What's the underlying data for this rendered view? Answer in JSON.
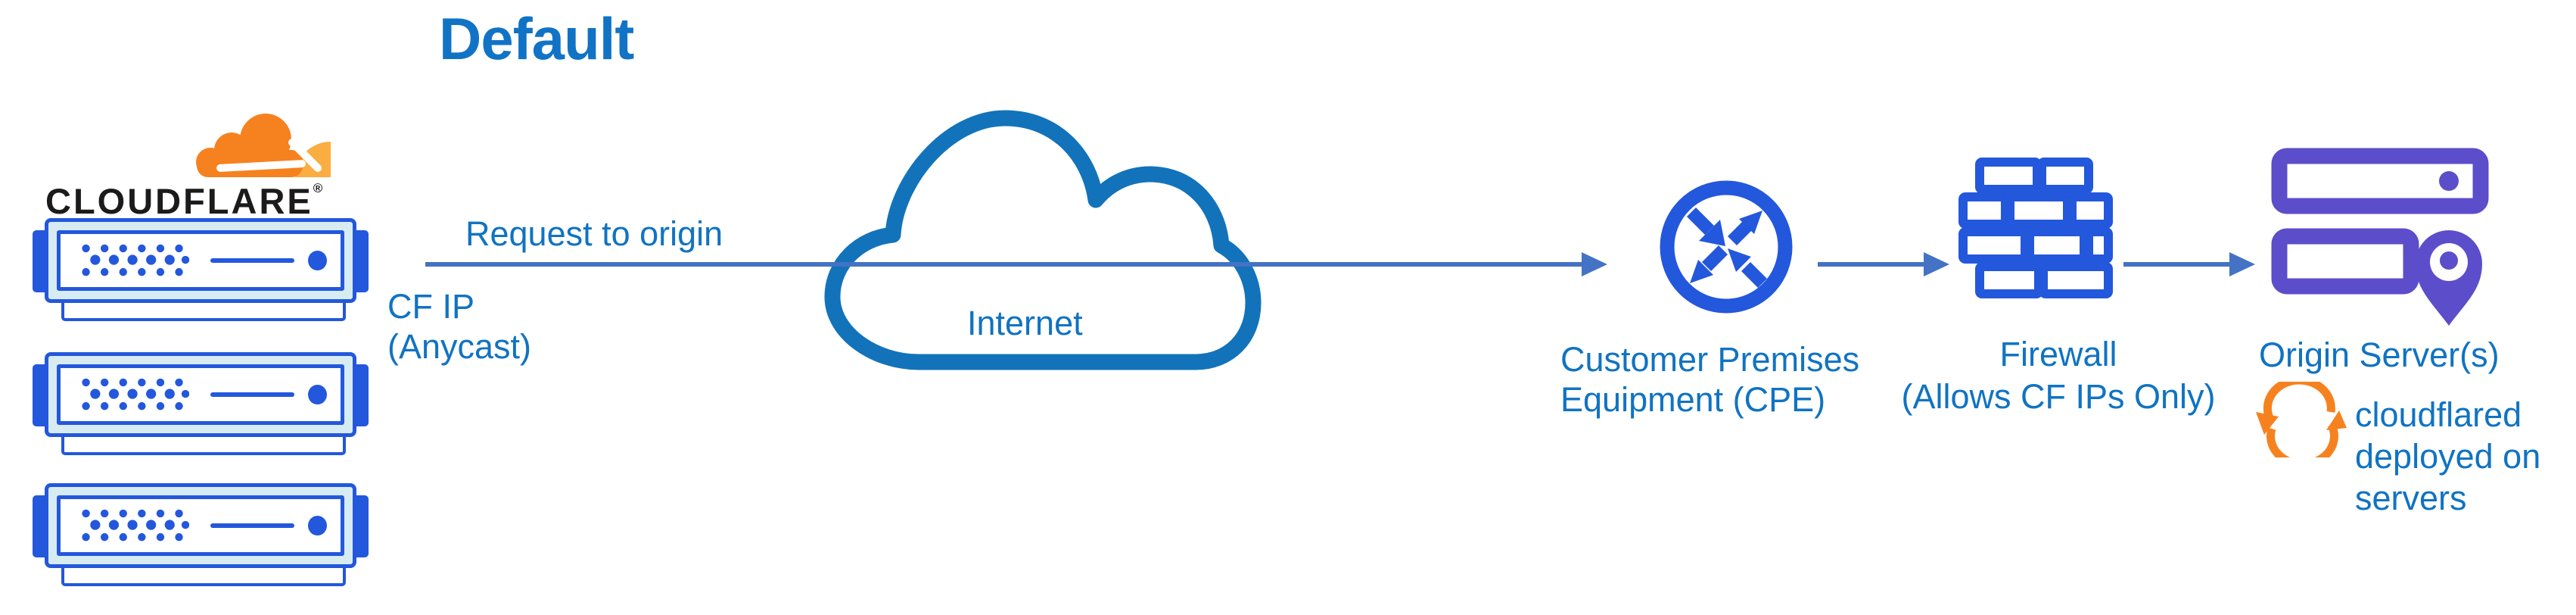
{
  "diagram_title": "Default",
  "colors": {
    "title_blue": "#1173C6",
    "label_text_blue": "#1073C2",
    "flow_arrow_blue": "#4472C4",
    "icon_royal_blue": "#2357DC",
    "internet_cloud_outline": "#1273BA",
    "server_panel_fill": "#D7ECF2",
    "cloudflare_orange": "#F6821F",
    "cloudflare_orange_light": "#FAAD41",
    "origin_purple": "#5C4DCB",
    "wordmark_black": "#1B1B1B"
  },
  "cloudflare": {
    "wordmark": "CLOUDFLARE",
    "registered_mark": "®",
    "edge_server_count": 3
  },
  "flow": {
    "request_label": "Request to origin",
    "cf_ip_line1": "CF IP",
    "cf_ip_line2": "(Anycast)"
  },
  "internet": {
    "label": "Internet"
  },
  "cpe": {
    "label_line1": "Customer Premises",
    "label_line2": "Equipment (CPE)"
  },
  "firewall": {
    "label_line1": "Firewall",
    "label_line2": "(Allows CF IPs Only)"
  },
  "origin": {
    "label": "Origin Server(s)",
    "note_line1": "cloudflared",
    "note_line2": "deployed on",
    "note_line3": "servers"
  }
}
